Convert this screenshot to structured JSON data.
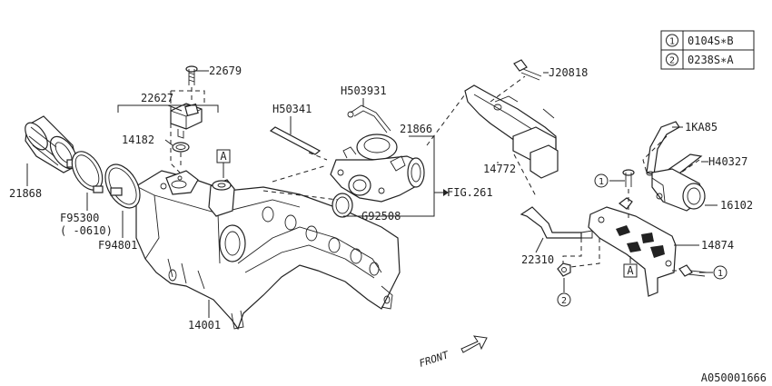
{
  "diagram_id": "A050001666",
  "legend": [
    {
      "num": "1",
      "code": "0104S∗B"
    },
    {
      "num": "2",
      "code": "0238S∗A"
    }
  ],
  "labels": {
    "p22679": "22679",
    "p22627": "22627",
    "p14182": "14182",
    "p21868": "21868",
    "p95300": "F95300",
    "p95300b": "( -0610)",
    "p94801": "F94801",
    "p14001": "14001",
    "pH50341": "H50341",
    "pH503931": "H503931",
    "p21866": "21866",
    "pFIG": "FIG.261",
    "pG92508": "G92508",
    "pJ20818": "J20818",
    "p14772": "14772",
    "p1KA85": "1KA85",
    "pH40327": "H40327",
    "p16102": "16102",
    "p14874": "14874",
    "p22310": "22310",
    "ref1": "1",
    "ref2": "2",
    "ref1b": "1",
    "boxA1": "A",
    "boxA2": "A",
    "front": "FRONT"
  }
}
